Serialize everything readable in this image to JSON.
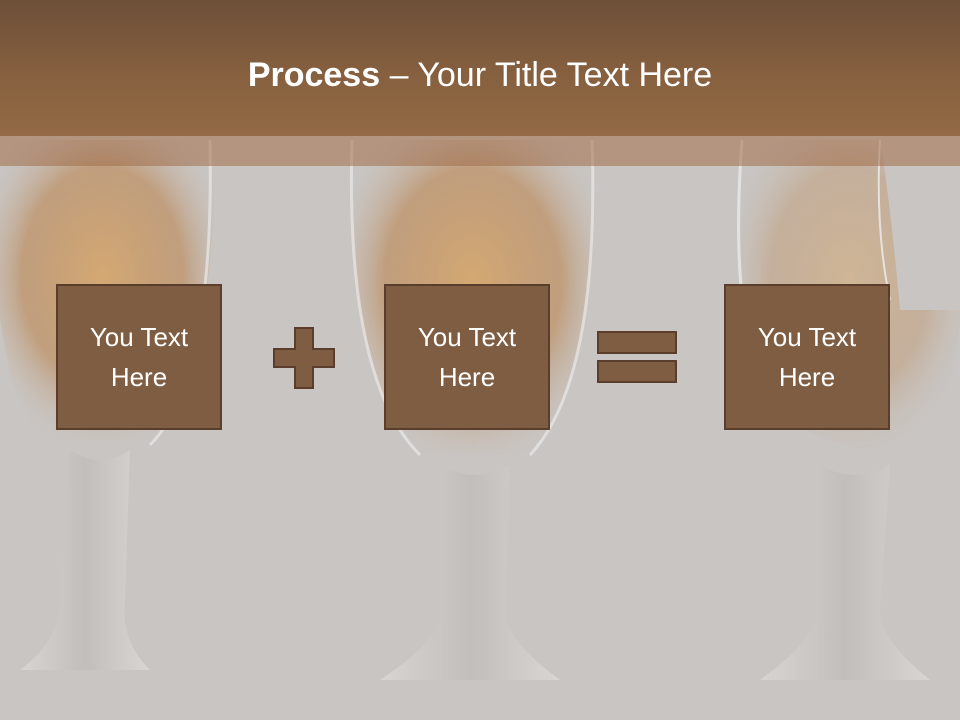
{
  "slide": {
    "title_bold": "Process",
    "title_rest": "– Your Title Text Here"
  },
  "process": {
    "steps": [
      {
        "label": "You Text Here"
      },
      {
        "label": "You Text Here"
      },
      {
        "label": "You Text Here"
      }
    ],
    "operators": [
      "plus-icon",
      "equals-icon"
    ]
  },
  "colors": {
    "title_band": "#86603f",
    "box_fill": "#7f5d42",
    "box_border": "#5a3e2b",
    "background": "#c9c5c2"
  }
}
